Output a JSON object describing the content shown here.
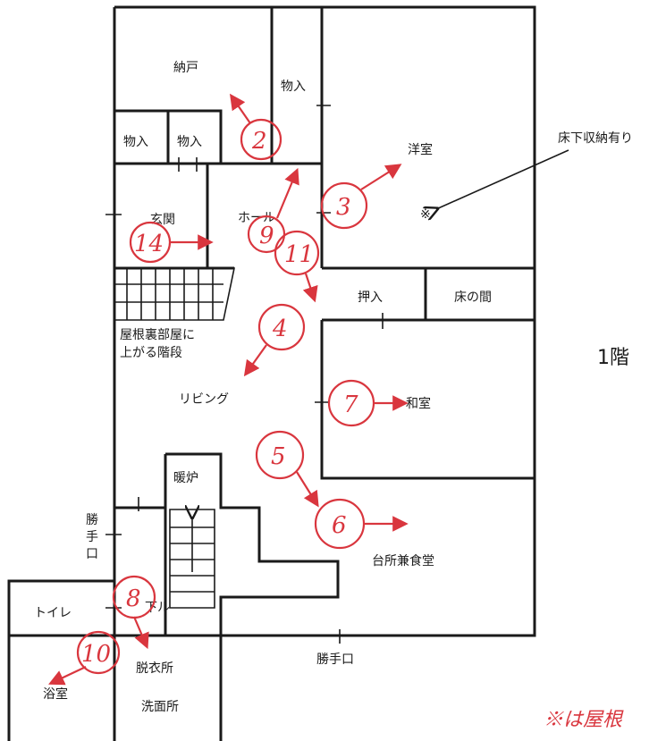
{
  "floor_label": "1階",
  "rooms": {
    "nando": "納戸",
    "monoire_top": "物入",
    "monoire_left": "物入",
    "monoire_right": "物入",
    "yoshitsu": "洋室",
    "genkan": "玄関",
    "hall": "ホール",
    "oshiire": "押入",
    "tokonoma": "床の間",
    "living": "リビング",
    "washitsu": "和室",
    "danro": "暖炉",
    "kitchen": "台所兼食堂",
    "toilet": "トイレ",
    "rouka": "下ル",
    "datsui": "脱衣所",
    "senmen": "洗面所",
    "yokushitsu": "浴室"
  },
  "stairs_label_line1": "屋根裏部屋に",
  "stairs_label_line2": "上がる階段",
  "annotation": "床下収納有り",
  "annotation_mark": "※",
  "katteguchi_side_1": "勝",
  "katteguchi_side_2": "手",
  "katteguchi_side_3": "口",
  "katteguchi_bottom": "勝手口",
  "photo_markers": [
    "2",
    "3",
    "14",
    "9",
    "11",
    "4",
    "7",
    "5",
    "6",
    "8",
    "10"
  ],
  "handwritten_note": "※は屋根",
  "colors": {
    "ink": "#1a1a1a",
    "marker": "#d9363e"
  }
}
